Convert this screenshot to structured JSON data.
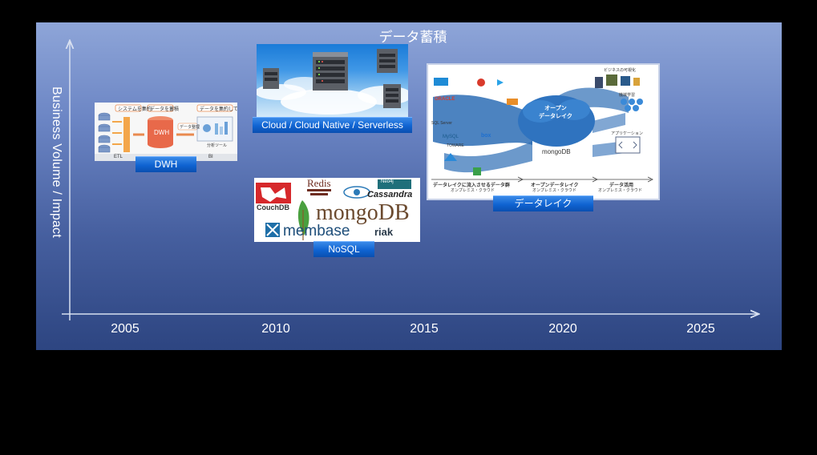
{
  "slide": {
    "title": "データ蓄積",
    "y_axis_label": "Business Volume / Impact",
    "years": [
      "2005",
      "2010",
      "2015",
      "2020",
      "2025"
    ]
  },
  "items": {
    "dwh": {
      "tag": "DWH",
      "labels": [
        "システムを集約",
        "データを蓄積",
        "データを集約して分析",
        "DWH",
        "データ整理",
        "ETL",
        "BI",
        "分析ツール"
      ]
    },
    "cloud": {
      "tag": "Cloud / Cloud Native / Serverless"
    },
    "nosql": {
      "tag": "NoSQL",
      "logos": [
        "CouchDB",
        "Redis",
        "Cassandra",
        "mongoDB",
        "membase",
        "riak",
        "Neo4j"
      ]
    },
    "datalake": {
      "tag": "データレイク",
      "center": "オープン\nデータレイク",
      "sources": [
        "SAP",
        "ORACLE",
        "SQL Server",
        "MySQL",
        "TOWARE",
        "box"
      ],
      "right_labels": [
        "ビジネスの可視化",
        "機械学習",
        "アプリケーション"
      ],
      "mongodb": "mongoDB",
      "bottom_labels": [
        "データレイクに流入させるデータ群",
        "オープンデータレイク",
        "データ活用"
      ],
      "bottom_sub": [
        "オンプレミス・クラウド",
        "オンプレミス・クラウド",
        "オンプレミス・クラウド"
      ]
    }
  },
  "colors": {
    "tag_blue": "#0f63d1",
    "slide_top": "#8ea5d8",
    "slide_bottom": "#2d4581"
  }
}
